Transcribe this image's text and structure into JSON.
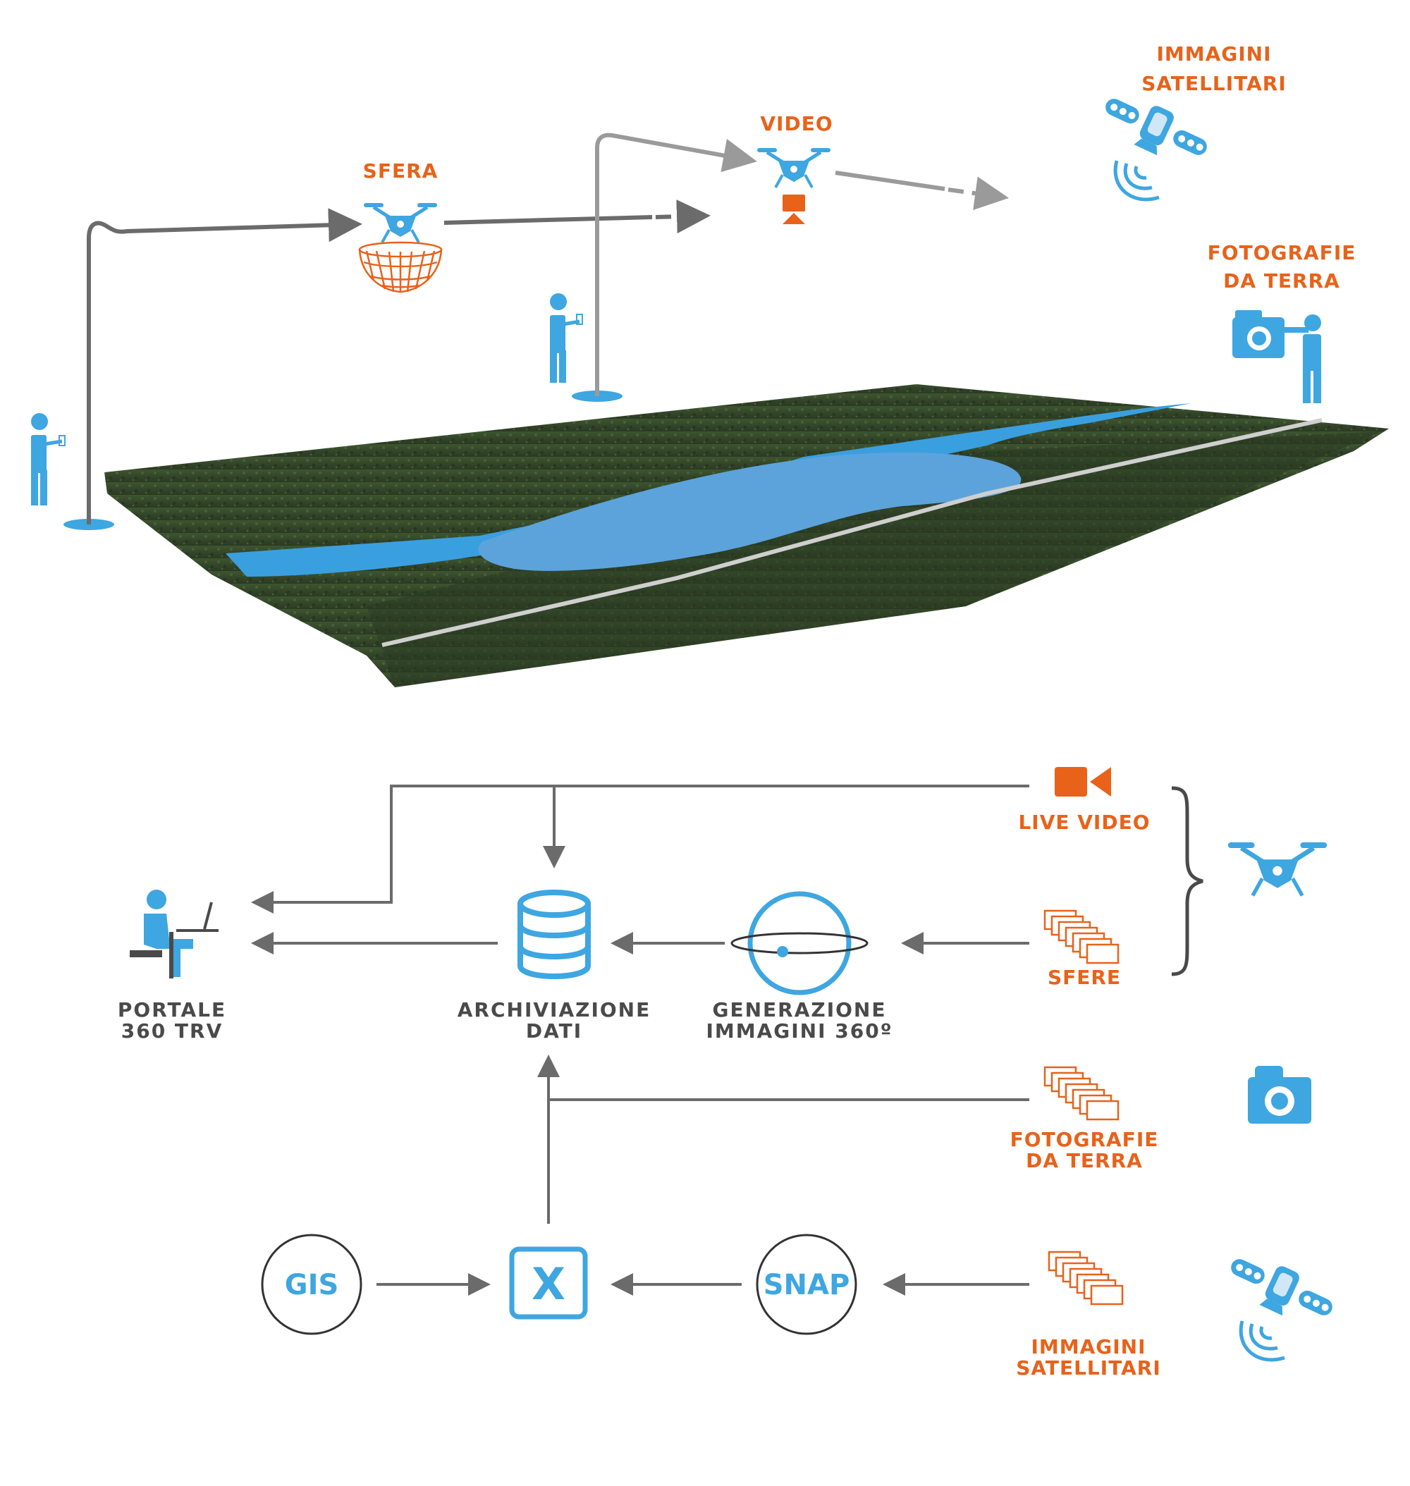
{
  "scene": {
    "sfera": "SFERA",
    "video": "VIDEO",
    "immagini_satellitari": [
      "IMMAGINI",
      "SATELLITARI"
    ],
    "fotografie_da_terra": [
      "FOTOGRAFIE",
      "DA TERRA"
    ]
  },
  "flow": {
    "portale": [
      "PORTALE",
      "360 TRV"
    ],
    "archiviazione": [
      "ARCHIVIAZIONE",
      "DATI"
    ],
    "generazione": [
      "GENERAZIONE",
      "IMMAGINI 360º"
    ],
    "live_video": "LIVE VIDEO",
    "sfere": "SFERE",
    "fotografie_da_terra": [
      "FOTOGRAFIE",
      "DA TERRA"
    ],
    "immagini_satellitari": [
      "IMMAGINI",
      "SATELLITARI"
    ],
    "gis": "GIS",
    "snap": "SNAP",
    "x": "X"
  },
  "colors": {
    "blue": "#3ea6e0",
    "orange": "#e8621a",
    "line_gray": "#6b6b6b",
    "terrain": "#3b4d2e"
  }
}
